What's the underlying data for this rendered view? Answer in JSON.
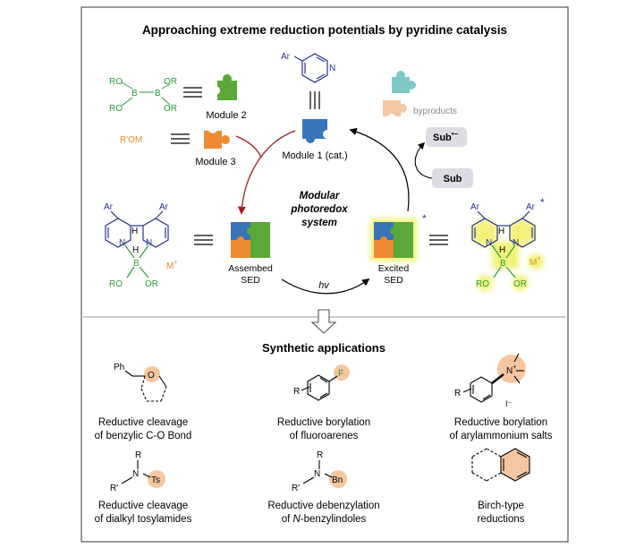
{
  "title": "Approaching extreme reduction potentials by pyridine catalysis",
  "top": {
    "reagent_b2or4": {
      "ro_tl": "RO",
      "b1": "B",
      "b2": "B",
      "or_tr": "OR",
      "ro_bl": "RO",
      "or_br": "OR"
    },
    "module2": "Module 2",
    "r_om": "R'OM",
    "module3": "Module 3",
    "ar_pyridine": "Ar",
    "pyridine_n": "N",
    "module1": "Module 1 (cat.)",
    "byproducts": "byproducts",
    "sub_minus": "Sub",
    "sub_minus_charge": "•−",
    "sub": "Sub",
    "center": [
      "Modular",
      "photoredox",
      "system"
    ],
    "assembled": [
      "Assembed",
      "SED"
    ],
    "excited": [
      "Excited",
      "SED"
    ],
    "hv": "hv",
    "left_complex": {
      "ar1": "Ar",
      "ar2": "Ar",
      "h1": "H",
      "h2": "H",
      "n1": "N",
      "n2": "N",
      "b": "B",
      "m": "M",
      "m_charge": "+",
      "ro": "RO",
      "or": "OR"
    },
    "right_complex": {
      "ar1": "Ar",
      "ar2": "Ar",
      "star": "*",
      "h1": "H",
      "h2": "H",
      "n1": "N",
      "n2": "N",
      "b": "B",
      "m": "M",
      "m_charge": "+",
      "ro": "RO",
      "or": "OR"
    },
    "excited_star": "*"
  },
  "applications": {
    "heading": "Synthetic applications",
    "items": [
      {
        "line1": "Reductive cleavage",
        "line2": "of benzylic C-O Bond",
        "atoms": {
          "ph": "Ph",
          "o": "O"
        }
      },
      {
        "line1": "Reductive borylation",
        "line2": "of fluoroarenes",
        "atoms": {
          "r": "R",
          "f": "F"
        }
      },
      {
        "line1": "Reductive borylation",
        "line2": "of arylammonium salts",
        "atoms": {
          "r": "R",
          "n": "N",
          "plus": "+",
          "i": "I⁻"
        }
      },
      {
        "line1": "Reductive cleavage",
        "line2": "of dialkyl tosylamides",
        "atoms": {
          "r": "R",
          "r2": "R'",
          "n": "N",
          "ts": "Ts"
        }
      },
      {
        "line1": "Reductive debenzylation",
        "line2_pre": "of ",
        "line2_it": "N",
        "line2_post": "-benzylindoles",
        "atoms": {
          "r": "R",
          "r2": "R'",
          "n": "N",
          "bn": "Bn"
        }
      },
      {
        "line1": "Birch-type",
        "line2": "reductions",
        "atoms": {}
      }
    ]
  },
  "colors": {
    "green": "#2e9a3a",
    "navy": "#27338a",
    "orange": "#ef8a2e",
    "puzzle_blue": "#3a74b8",
    "puzzle_green": "#5aa83a",
    "puzzle_orange": "#ee8a34",
    "teal": "#7fc8c8",
    "peach": "#f6c6a0",
    "dark_red": "#9c2222",
    "highlight": "#f2f27a",
    "sub_box": "#dcdde2"
  }
}
